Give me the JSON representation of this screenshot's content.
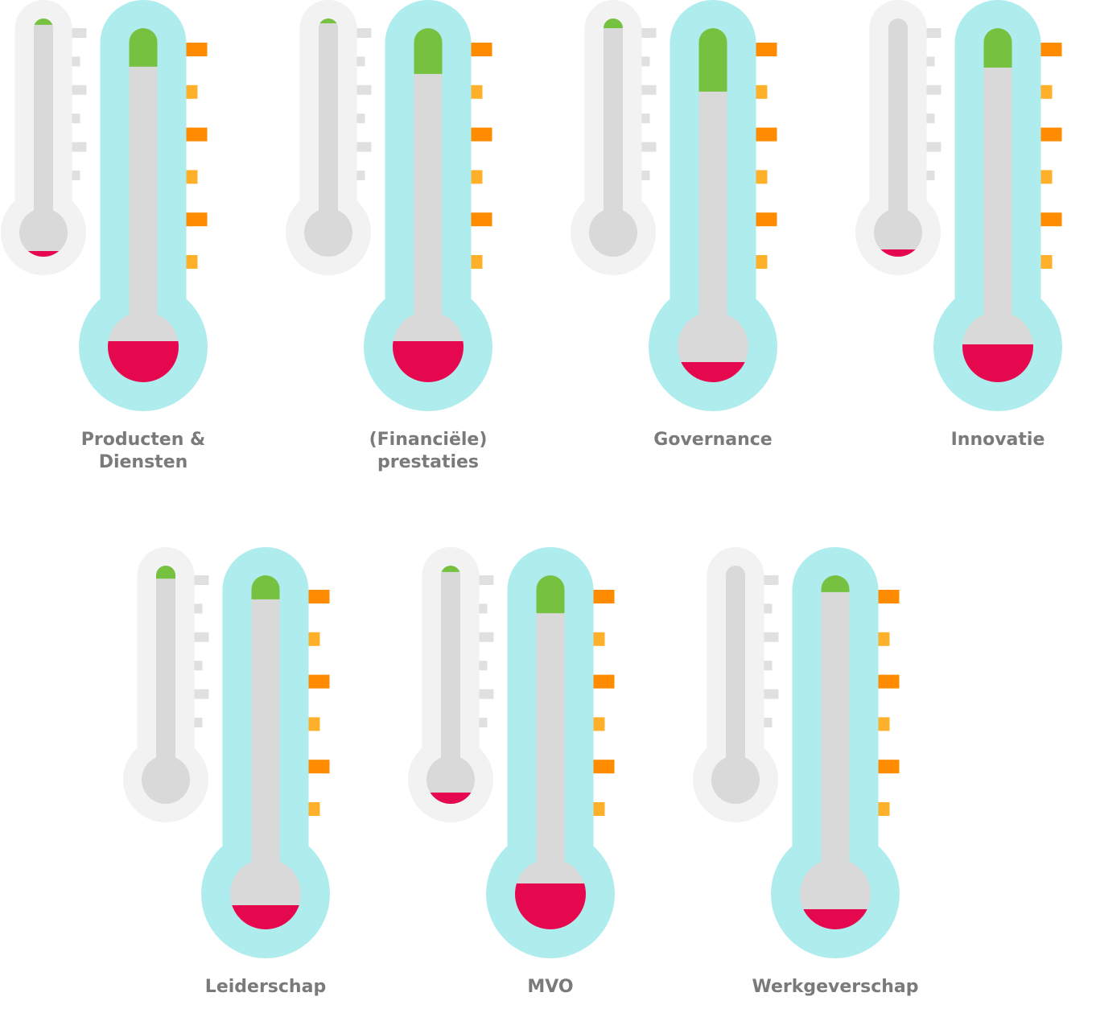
{
  "colors": {
    "small_shell": "#f2f2f2",
    "large_shell": "#aeeced",
    "tube": "#d9d9d9",
    "green_fill": "#76c240",
    "red_fill": "#e6084f",
    "small_tick": "#e0e0e0",
    "large_tick_long": "#ff8c00",
    "large_tick_short": "#ffb02a",
    "label": "#7a7a7a"
  },
  "chart_data": {
    "type": "thermometer",
    "title": "",
    "scale_ticks": {
      "small": 6,
      "large": 6
    },
    "note": "Each category shows a small (gray) and a large (cyan) thermometer. top_fill = fraction of tube filled green from the top; bulb_fill = fraction of bulb filled red from the bottom.",
    "categories": [
      {
        "label_lines": [
          "Producten &",
          "Diensten"
        ],
        "small": {
          "top_fill": 0.033,
          "bulb_fill": 0.117
        },
        "large": {
          "top_fill": 0.133,
          "bulb_fill": 0.58
        }
      },
      {
        "label_lines": [
          "(Financiële)",
          "prestaties"
        ],
        "small": {
          "top_fill": 0.025,
          "bulb_fill": 0
        },
        "large": {
          "top_fill": 0.158,
          "bulb_fill": 0.58
        }
      },
      {
        "label_lines": [
          "Governance"
        ],
        "small": {
          "top_fill": 0.05,
          "bulb_fill": 0
        },
        "large": {
          "top_fill": 0.219,
          "bulb_fill": 0.284
        }
      },
      {
        "label_lines": [
          "Innovatie"
        ],
        "small": {
          "top_fill": 0,
          "bulb_fill": 0.15
        },
        "large": {
          "top_fill": 0.136,
          "bulb_fill": 0.534
        }
      },
      {
        "label_lines": [
          "Leiderschap"
        ],
        "small": {
          "top_fill": 0.067,
          "bulb_fill": 0
        },
        "large": {
          "top_fill": 0.083,
          "bulb_fill": 0.341
        }
      },
      {
        "label_lines": [
          "MVO"
        ],
        "small": {
          "top_fill": 0.033,
          "bulb_fill": 0.233
        },
        "large": {
          "top_fill": 0.131,
          "bulb_fill": 0.648
        }
      },
      {
        "label_lines": [
          "Werkgeverschap"
        ],
        "small": {
          "top_fill": 0,
          "bulb_fill": 0
        },
        "large": {
          "top_fill": 0.058,
          "bulb_fill": 0.284
        }
      }
    ]
  }
}
